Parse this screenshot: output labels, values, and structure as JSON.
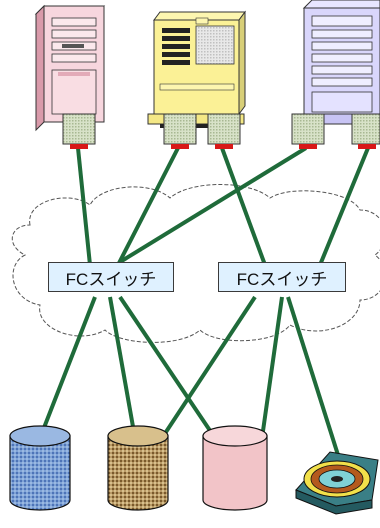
{
  "switches": [
    {
      "id": "switch-left",
      "label": "FCスイッチ"
    },
    {
      "id": "switch-right",
      "label": "FCスイッチ"
    }
  ],
  "colors": {
    "link": "#1f6b3a",
    "cloud_fill": "#ffffff",
    "switch_fill": "#dff1ff",
    "hba_red": "#d81818"
  },
  "icons": [
    "tower-server-pink-icon",
    "desktop-server-yellow-icon",
    "tower-server-lavender-icon",
    "network-cloud-icon",
    "disk-blue-icon",
    "disk-brown-icon",
    "disk-pink-icon",
    "optical-disc-icon"
  ]
}
